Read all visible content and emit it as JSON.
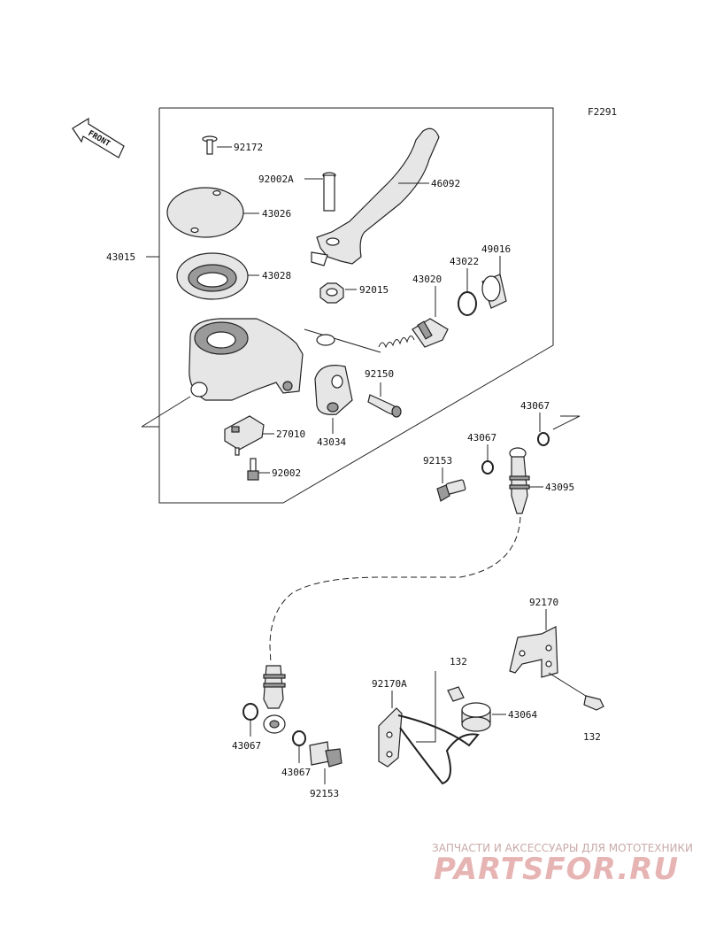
{
  "diagram_code": "F2291",
  "front_arrow": {
    "label": "FRONT",
    "icon": "front-arrow-icon"
  },
  "labels": {
    "p92172": "92172",
    "p92002A": "92002A",
    "p46092": "46092",
    "p43026": "43026",
    "p43015": "43015",
    "p43028": "43028",
    "p92015": "92015",
    "p43020": "43020",
    "p43022": "43022",
    "p49016": "49016",
    "p92150": "92150",
    "p27010": "27010",
    "p43034": "43034",
    "p92002": "92002",
    "p43067_a": "43067",
    "p43067_b": "43067",
    "p92153_a": "92153",
    "p43095": "43095",
    "p92170": "92170",
    "p132_a": "132",
    "p92170A": "92170A",
    "p43064": "43064",
    "p132_b": "132",
    "p43067_c": "43067",
    "p43067_d": "43067",
    "p92153_b": "92153"
  },
  "watermark": {
    "tagline": "ЗАПЧАСТИ И АКСЕССУАРЫ ДЛЯ МОТОТЕХНИКИ",
    "brand": "PARTSFOR.RU",
    "color": "#e7b4b4"
  }
}
